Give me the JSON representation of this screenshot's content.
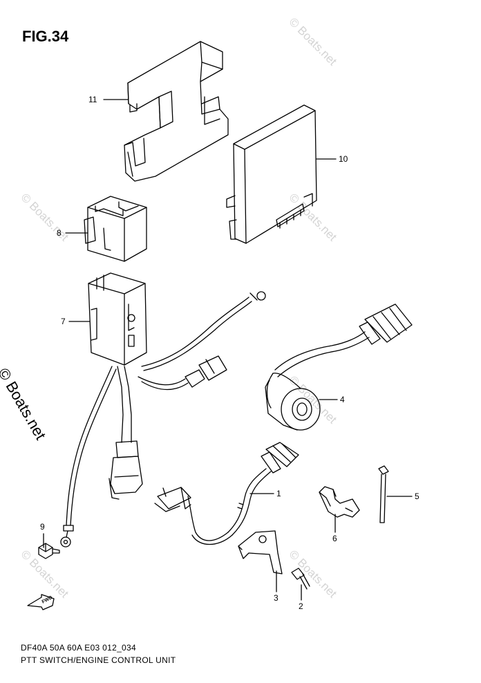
{
  "figure": {
    "label": "FIG.34"
  },
  "callouts": {
    "p1": "1",
    "p2": "2",
    "p3": "3",
    "p4": "4",
    "p5": "5",
    "p6": "6",
    "p7": "7",
    "p8": "8",
    "p9": "9",
    "p10": "10",
    "p11": "11"
  },
  "watermark": {
    "text": "© Boats.net"
  },
  "direction_mark": {
    "text": "FWD"
  },
  "caption": {
    "model_line": "DF40A 50A 60A E03 012_034",
    "title_line": "PTT SWITCH/ENGINE CONTROL UNIT"
  }
}
